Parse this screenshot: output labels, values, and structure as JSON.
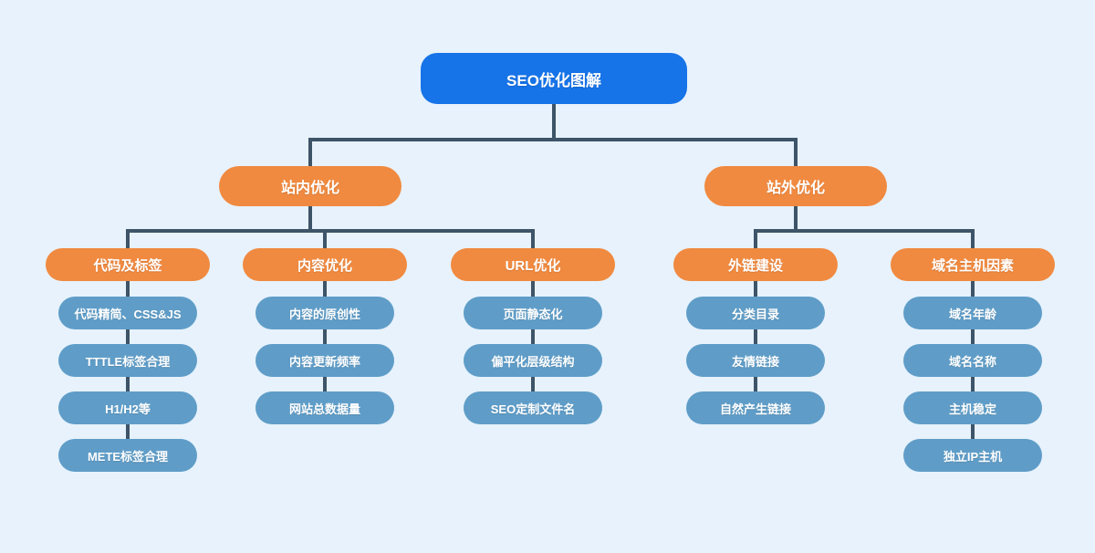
{
  "title": "SEO优化图解",
  "colors": {
    "background": "#e7f2fc",
    "root_fill": "#1673e8",
    "branch_fill": "#f08a40",
    "leaf_fill": "#5f9dc8",
    "connector": "#3e5468",
    "text": "#ffffff"
  },
  "tree": {
    "root": {
      "label": "SEO优化图解"
    },
    "branches": [
      {
        "label": "站内优化",
        "columns": [
          {
            "label": "代码及标签",
            "items": [
              "代码精简、CSS&JS",
              "TTTLE标签合理",
              "H1/H2等",
              "METE标签合理"
            ]
          },
          {
            "label": "内容优化",
            "items": [
              "内容的原创性",
              "内容更新频率",
              "网站总数据量"
            ]
          },
          {
            "label": "URL优化",
            "items": [
              "页面静态化",
              "偏平化层级结构",
              "SEO定制文件名"
            ]
          }
        ]
      },
      {
        "label": "站外优化",
        "columns": [
          {
            "label": "外链建设",
            "items": [
              "分类目录",
              "友情链接",
              "自然产生链接"
            ]
          },
          {
            "label": "域名主机因素",
            "items": [
              "域名年龄",
              "域名名称",
              "主机稳定",
              "独立IP主机"
            ]
          }
        ]
      }
    ]
  }
}
